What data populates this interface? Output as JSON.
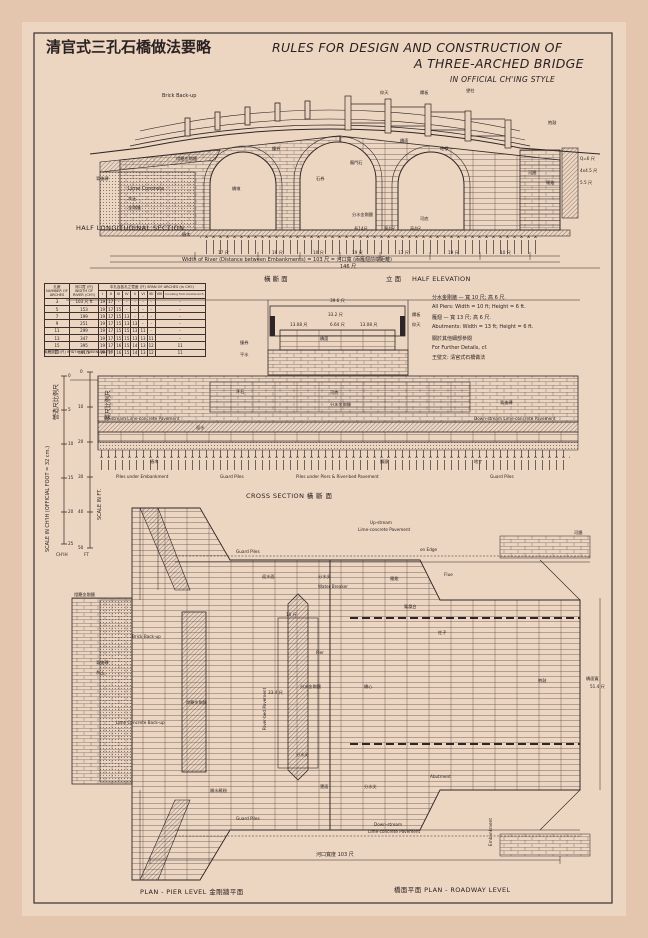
{
  "title": {
    "chinese": "清官式三孔石橋做法要略",
    "english_line1": "RULES FOR DESIGN AND CONSTRUCTION OF",
    "english_line2": "A THREE-ARCHED BRIDGE",
    "english_line3": "IN OFFICIAL CH'ING STYLE"
  },
  "elevation": {
    "caption_left": "HALF LONGITUDINAL SECTION",
    "caption_right_cn": "立 面",
    "caption_right_en": "HALF ELEVATION",
    "brick_backup": "Brick Back-up",
    "lime_concrete": "Lime Concrete",
    "width_of_river": "Width of River (Distance between Embankments) = 103 尺 = 河口寬 (兩雁翅前端距離)",
    "total_length": "146 尺",
    "dims": [
      "17 尺",
      "19 尺",
      "10 尺",
      "19 尺",
      "17 尺",
      "19 尺",
      "10 尺"
    ],
    "cn_labels": [
      "燈籠金剛牆",
      "撞券",
      "背後磚",
      "灰土",
      "金剛牆",
      "仰天",
      "欄板",
      "望柱",
      "抱鼓",
      "河牆",
      "雁翅",
      "橋面",
      "地栿",
      "龍門石",
      "分水金剛牆",
      "橋墩",
      "樁木",
      "石券",
      "河底",
      "長14尺",
      "寬4尺",
      "高4尺"
    ],
    "right_dims": [
      "Q=6 尺",
      "4x4.5 尺",
      "5.5 尺"
    ]
  },
  "span_table": {
    "headers": [
      "孔數 NUMBER OF ARCHES",
      "河口寬 (尺) WIDTH OF RIVER (CH'I)",
      "兩雁翅寬 (尺) WIDTH BETWEEN ABUTM.",
      "I",
      "II",
      "III",
      "IV",
      "V",
      "VI",
      "VII",
      "VIII"
    ],
    "span_header": "中孔及各孔之寬度 (尺) SPAN OF ARCHES (in CH'I)",
    "counting": "Counting from Central Arch",
    "rows": [
      [
        "3",
        "103 尺 ft",
        "19",
        "17",
        "-",
        "-",
        "-",
        "-",
        "-",
        "-"
      ],
      [
        "5",
        "153",
        "19",
        "17",
        "15",
        "-",
        "-",
        "-",
        "-",
        "-"
      ],
      [
        "7",
        "199",
        "19",
        "17",
        "15",
        "13",
        "-",
        "-",
        "-",
        "-"
      ],
      [
        "9",
        "251",
        "19",
        "17",
        "15",
        "13",
        "13",
        "-",
        "-",
        "-"
      ],
      [
        "11",
        "299",
        "19",
        "17",
        "15",
        "15",
        "13",
        "11",
        "-",
        "-"
      ],
      [
        "13",
        "347",
        "19",
        "17",
        "15",
        "15",
        "13",
        "13",
        "11",
        "-"
      ],
      [
        "15",
        "395",
        "19",
        "17",
        "16",
        "15",
        "14",
        "13",
        "12",
        "11"
      ],
      [
        "17",
        "441.5",
        "19",
        "17",
        "16",
        "15",
        "14",
        "13",
        "12",
        "11"
      ]
    ]
  },
  "notes": [
    "分水金剛牆 — 寬 10 尺; 高 6 尺.",
    "All Piers: Width = 10 ft; Height = 6 ft.",
    "雁翅 — 寬 13 尺; 高 6 尺.",
    "Abutments: Width = 13 ft; Height = 6 ft.",
    "關於其他細部參閱",
    "For Further Details, cf.",
    "王璧文: 清官式石橋做法"
  ],
  "cross_section": {
    "top_header_cn": "橫 斷 面",
    "top_width": "39.6 尺",
    "inner_width": "33.2 尺",
    "sub_widths": [
      "13.08 尺",
      "6.64 尺",
      "13.08 尺"
    ],
    "caption_en": "CROSS SECTION",
    "caption_cn": "橫 斷 面",
    "upstream": "Up-stream Lime-concrete Pavement",
    "downstream": "Down-stream Lime-concrete Pavement",
    "piles_embankment": "Piles under Embankment",
    "guard_piles": "Guard Piles",
    "piles_piers": "Piles under Piers & River-bed Pavement",
    "guard_piles2": "Guard Piles",
    "cn_labels": [
      "欄板",
      "仰天",
      "橋面",
      "撞券",
      "平水",
      "分水金剛牆",
      "河底",
      "牙石",
      "樁木",
      "地丁",
      "迎水",
      "背後磚",
      "鵝頭"
    ]
  },
  "scales": {
    "left_title": "SCALE IN CH'IH (OFFICIAL FOOT = 32 cm.)",
    "left_title_cn": "營造尺比例尺",
    "right_title": "SCALE IN FT.",
    "right_title_cn": "英尺比例尺",
    "left_ticks": [
      "0",
      "5",
      "10",
      "15",
      "20",
      "25"
    ],
    "right_ticks": [
      "0",
      "10",
      "20",
      "30",
      "40",
      "50"
    ],
    "left_unit": "CH'IH",
    "right_unit": "FT"
  },
  "plan": {
    "caption_left_en": "PLAN - PIER LEVEL",
    "caption_left_cn": "金剛牆平面",
    "caption_right_cn": "橋面平面",
    "caption_right_en": "PLAN - ROADWAY LEVEL",
    "labels": [
      "Guard Piles",
      "Up-stream",
      "Lime-concrete Pavement",
      "on Edge",
      "Water Breaker",
      "Pier",
      "Flue",
      "Brick Back-up",
      "Lime Concrete Back-up",
      "River-bed Pavement",
      "Abutment",
      "Down-stream",
      "Lime-concrete Pavement",
      "Embankment",
      "Guard Piles"
    ],
    "cn_labels": [
      "迎水面",
      "分水尖",
      "分水金剛牆",
      "鳳凰台",
      "燈籠金剛牆",
      "河牆",
      "雁翅",
      "橋心",
      "柱子",
      "抱鼓",
      "分水尖",
      "順水雁翅",
      "背後磚",
      "灰土",
      "罩面",
      "分水尖"
    ],
    "river_width": "河口寬度 103 尺",
    "right_width": "51.4 尺",
    "pier_dims": [
      "10 尺",
      "33.4 尺"
    ],
    "right_label": "橋面寬",
    "left_label": "燈籠金剛牆"
  }
}
